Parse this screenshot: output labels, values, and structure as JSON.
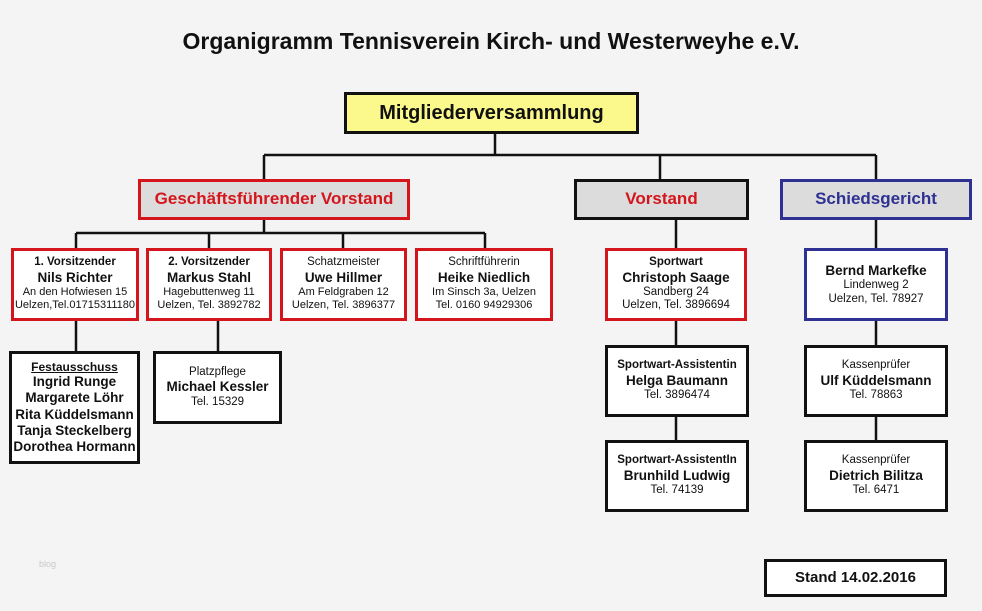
{
  "title": "Organigramm Tennisverein Kirch- und Westerweyhe e.V.",
  "watermark": "blog",
  "stand": "Stand 14.02.2016",
  "colors": {
    "red": "#d4161c",
    "blue": "#2e3192",
    "yellow": "#fbf98c",
    "gray": "#dcdcdc"
  },
  "top": {
    "label": "Mitgliederversammlung"
  },
  "groups": {
    "gf": {
      "label": "Geschäftsführender Vorstand"
    },
    "vorstand": {
      "label": "Vorstand"
    },
    "schied": {
      "label": "Schiedsgericht"
    }
  },
  "members": {
    "vors1": {
      "role": "1. Vorsitzender",
      "name": "Nils Richter",
      "line1": "An den Hofwiesen 15",
      "line2": "Uelzen,Tel.01715311180"
    },
    "vors2": {
      "role": "2. Vorsitzender",
      "name": "Markus Stahl",
      "line1": "Hagebuttenweg 11",
      "line2": "Uelzen, Tel. 3892782"
    },
    "schatz": {
      "role": "Schatzmeister",
      "name": "Uwe Hillmer",
      "line1": "Am Feldgraben 12",
      "line2": "Uelzen, Tel. 3896377"
    },
    "schrift": {
      "role": "Schriftführerin",
      "name": "Heike Niedlich",
      "line1": "Im Sinsch 3a, Uelzen",
      "line2": "Tel. 0160 94929306"
    },
    "sport": {
      "role": "Sportwart",
      "name": "Christoph Saage",
      "line1": "Sandberg 24",
      "line2": "Uelzen, Tel. 3896694"
    },
    "bernd": {
      "name": "Bernd Markefke",
      "line1": "Lindenweg 2",
      "line2": "Uelzen, Tel. 78927"
    }
  },
  "fest": {
    "label": "Festausschuss",
    "names": [
      "Ingrid Runge",
      "Margarete Löhr",
      "Rita Küddelsmann",
      "Tanja Steckelberg",
      "Dorothea Hormann"
    ]
  },
  "platz": {
    "role": "Platzpflege",
    "name": "Michael Kessler",
    "line1": "Tel. 15329"
  },
  "assist1": {
    "role": "Sportwart-Assistentin",
    "name": "Helga Baumann",
    "line1": "Tel. 3896474"
  },
  "assist2": {
    "role": "Sportwart-AssistentIn",
    "name": "Brunhild Ludwig",
    "line1": "Tel. 74139"
  },
  "kasse1": {
    "role": "Kassenprüfer",
    "name": "Ulf Küddelsmann",
    "line1": "Tel. 78863"
  },
  "kasse2": {
    "role": "Kassenprüfer",
    "name": "Dietrich Bilitza",
    "line1": "Tel. 6471"
  }
}
